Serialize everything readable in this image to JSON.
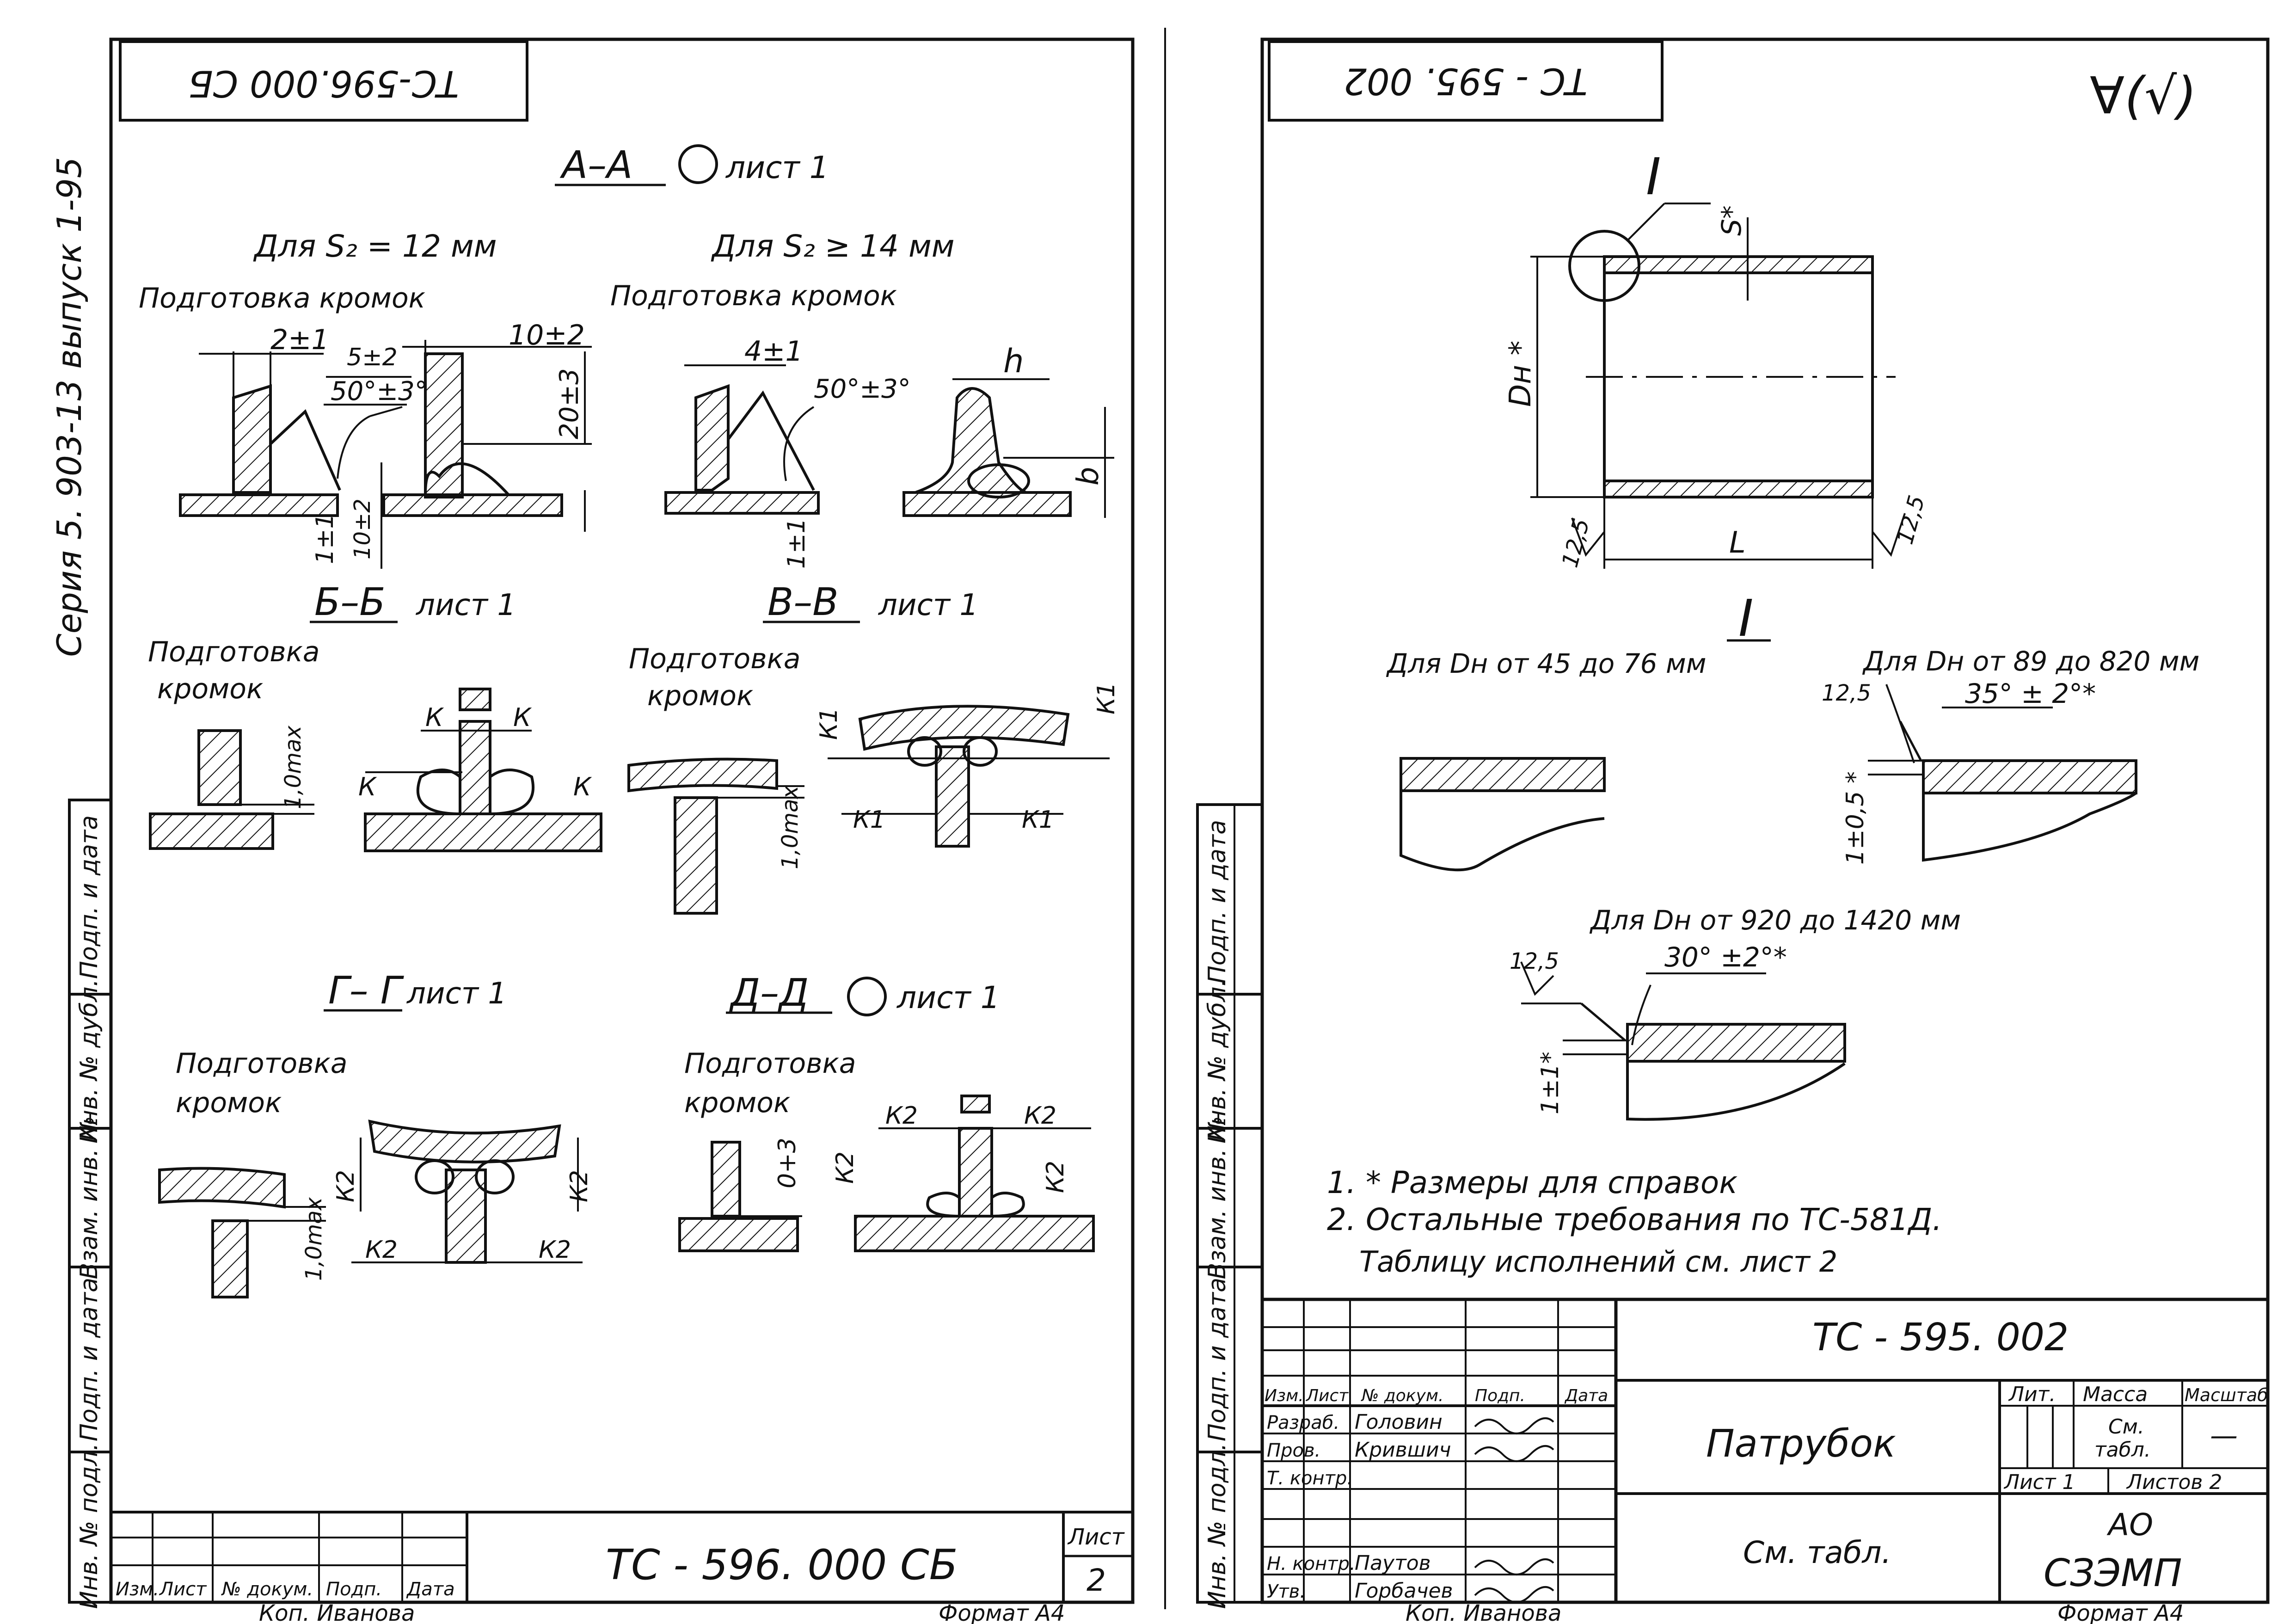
{
  "left_sheet": {
    "stamp_top": "ТС-596.000 СБ",
    "series": "Серия  5. 903-13  выпуск  1-95",
    "sections": {
      "aa": {
        "title": "А–А",
        "sheet": "лист 1"
      },
      "bb": {
        "title": "Б–Б",
        "sheet": "лист 1"
      },
      "vv": {
        "title": "В–В",
        "sheet": "лист 1"
      },
      "gg": {
        "title": "Г– Г",
        "sheet": "лист 1"
      },
      "dd": {
        "title": "Д–Д",
        "sheet": "лист 1"
      }
    },
    "for_s2_12": "Для  S₂ = 12 мм",
    "for_s2_14": "Для  S₂ ≥ 14 мм",
    "edge_prep": "Подготовка кромок",
    "edge_prep_l1": "Подготовка",
    "edge_prep_l2": "кромок",
    "dims": {
      "d1": "2±1",
      "d2": "5±2",
      "d3": "50°±3°",
      "d4": "10±2",
      "d5": "20±3",
      "d6": "1±1",
      "d7": "10±2",
      "d8": "4±1",
      "d9": "50°±3°",
      "d10": "h",
      "d11": "b",
      "d12": "1±1",
      "k": "К",
      "tol": "1,0max",
      "k1": "К1",
      "k2": "К2",
      "d13": "0+3"
    },
    "side_labels": [
      "Подп. и дата",
      "Инв. № дубл.",
      "Взам. инв. №",
      "Подп. и дата",
      "Инв. № подл."
    ],
    "title_cols": [
      "Изм.",
      "Лист",
      "№ докум.",
      "Подп.",
      "Дата"
    ],
    "doc_no": "ТС - 596. 000 СБ",
    "sheet_label": "Лист",
    "sheet_no": "2",
    "copy": "Коп.  Иванова",
    "format": "Формат  А4"
  },
  "right_sheet": {
    "stamp_top": "ТС - 595. 002",
    "roughness": "∀(√)",
    "mark_I": "I",
    "dims": {
      "s": "S*",
      "dn": "Dн *",
      "L": "L",
      "r1": "12,5",
      "r2": "12,5",
      "r3": "12,5",
      "angle1": "35° ± 2°*",
      "tol1": "1±0,5 *",
      "r4": "12,5",
      "angle2": "30° ±2°*",
      "tol2": "1±1*"
    },
    "dn_45_76": "Для  Dн  от  45 до 76 мм",
    "dn_89_820": "Для  Dн  от  89  до 820  мм",
    "dn_920_1420": "Для  Dн  от 920  до  1420  мм",
    "notes": [
      "1. * Размеры  для  справок",
      "2.  Остальные  требования  по  ТС-581Д.",
      "Таблицу  исполнений  см. лист  2"
    ],
    "title_block": {
      "doc_no": "ТС - 595. 002",
      "name": "Патрубок",
      "material": "См. табл.",
      "lit": "Лит.",
      "mass": "Масса",
      "scale": "Масштаб",
      "mass_val_l1": "См.",
      "mass_val_l2": "табл.",
      "scale_val": "—",
      "sheet": "Лист  1",
      "sheets": "Листов  2",
      "org_l1": "АО",
      "org_l2": "СЗЭМП",
      "cols": [
        "Изм.",
        "Лист",
        "№ докум.",
        "Подп.",
        "Дата"
      ],
      "rows": [
        {
          "role": "Разраб.",
          "name": "Головин"
        },
        {
          "role": "Пров.",
          "name": "Крившич"
        },
        {
          "role": "Т. контр.",
          "name": ""
        },
        {
          "role": "",
          "name": ""
        },
        {
          "role": "Н. контр.",
          "name": "Паутов"
        },
        {
          "role": "Утв.",
          "name": "Горбачев"
        }
      ]
    },
    "side_labels": [
      "Подп. и дата",
      "Инв. № дубл.",
      "Взам. инв. №",
      "Подп. и дата",
      "Инв. № подл."
    ],
    "copy": "Коп.  Иванова",
    "format": "Формат  А4"
  }
}
